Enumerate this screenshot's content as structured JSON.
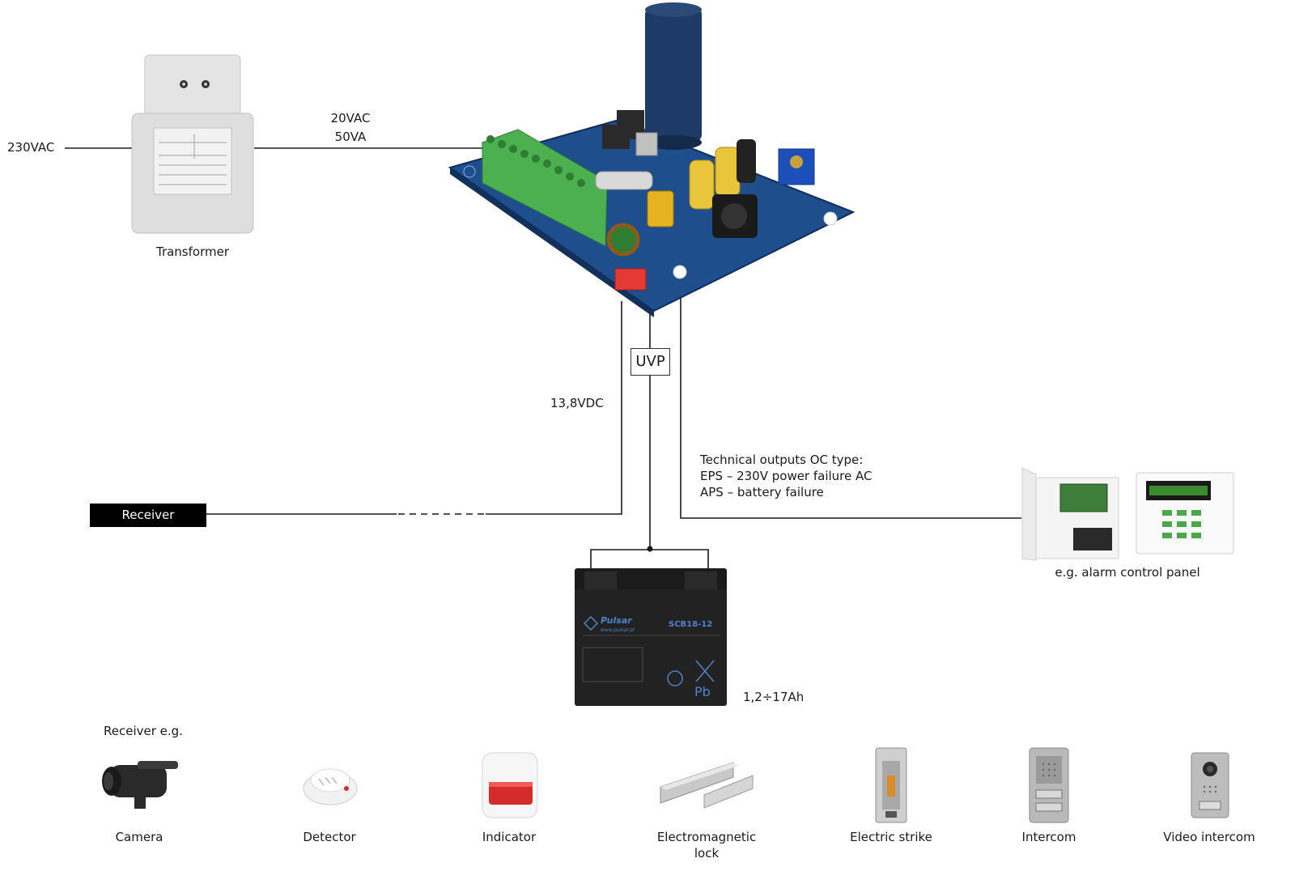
{
  "inputs": {
    "mains": "230VAC"
  },
  "transformer": {
    "label": "Transformer",
    "rating_line1": "20VAC",
    "rating_line2": "50VA"
  },
  "psu_module": {
    "dc_output": "13,8VDC",
    "uvp": "UVP"
  },
  "receiver": {
    "label": "Receiver"
  },
  "technical_outputs": {
    "line1": "Technical outputs OC type:",
    "line2": "EPS – 230V power failure AC",
    "line3": "APS – battery failure"
  },
  "alarm_panel": {
    "label": "e.g. alarm control panel"
  },
  "battery": {
    "capacity": "1,2÷17Ah",
    "brand": "Pulsar",
    "brand_url": "www.pulsar.pl",
    "model": "SCB18-12",
    "symbol": "Pb"
  },
  "receivers_section": {
    "title": "Receiver e.g.",
    "devices": [
      {
        "label": "Camera"
      },
      {
        "label": "Detector"
      },
      {
        "label": "Indicator"
      },
      {
        "label": "Electromagnetic\nlock"
      },
      {
        "label": "Electric strike"
      },
      {
        "label": "Intercom"
      },
      {
        "label": "Video intercom"
      }
    ]
  },
  "colors": {
    "pcb": "#1f4e8c",
    "terminal": "#4caf50",
    "capacitor": "#1e3a66",
    "line": "#1a1a1a",
    "receiver_box": "#000000"
  }
}
